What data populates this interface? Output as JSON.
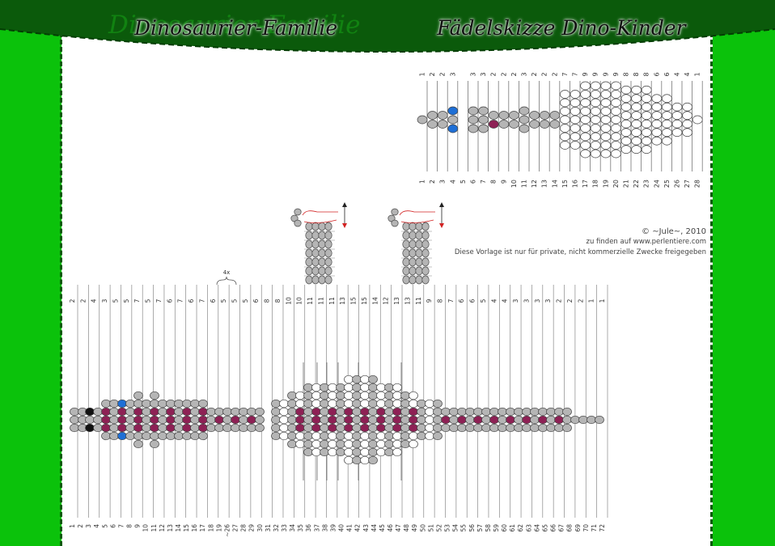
{
  "header": {
    "title_left": "Dinosaurier-Familie",
    "title_right": "Fädelskizze Dino-Kinder"
  },
  "credits": {
    "copyright": "© ~Jule~, 2010",
    "site": "zu finden auf www.perlentiere.com",
    "notice": "Diese Vorlage ist nur für private, nicht kommerzielle Zwecke freigegeben"
  },
  "small_pattern": {
    "top_counts": [
      "1",
      "2",
      "2",
      "3",
      "",
      "3",
      "3",
      "2",
      "2",
      "2",
      "3",
      "2",
      "2",
      "2",
      "7",
      "7",
      "9",
      "9",
      "9",
      "9",
      "8",
      "8",
      "8",
      "6",
      "6",
      "4",
      "4",
      "1"
    ],
    "row_numbers": [
      "1",
      "2",
      "3",
      "4",
      "5",
      "6",
      "7",
      "8",
      "9",
      "10",
      "11",
      "12",
      "13",
      "14",
      "15",
      "16",
      "17",
      "18",
      "19",
      "20",
      "21",
      "22",
      "23",
      "24",
      "25",
      "26",
      "27",
      "28"
    ]
  },
  "large_pattern": {
    "top_counts": [
      "2",
      "2",
      "4",
      "3",
      "5",
      "5",
      "7",
      "5",
      "7",
      "6",
      "7",
      "6",
      "7",
      "6",
      "5",
      "5",
      "5",
      "6",
      "8",
      "8",
      "10",
      "10",
      "11",
      "11",
      "11",
      "13",
      "15",
      "15",
      "14",
      "12",
      "13",
      "13",
      "11",
      "9",
      "8",
      "7",
      "6",
      "6",
      "5",
      "4",
      "4",
      "3",
      "3",
      "3",
      "3",
      "2",
      "2",
      "2",
      "1",
      "1"
    ],
    "bracket_label": "4x",
    "row_numbers": [
      "1",
      "2",
      "3",
      "4",
      "5",
      "6",
      "7",
      "8",
      "9",
      "10",
      "11",
      "12",
      "13",
      "14",
      "15",
      "16",
      "17",
      "18",
      "19",
      "~26",
      "27",
      "28",
      "29",
      "30",
      "31",
      "32",
      "33",
      "34",
      "35",
      "36",
      "37",
      "38",
      "39",
      "40",
      "41",
      "42",
      "43",
      "44",
      "45",
      "46",
      "47",
      "48",
      "49",
      "50",
      "51",
      "52",
      "53",
      "54",
      "55",
      "56",
      "57",
      "58",
      "59",
      "60",
      "61",
      "62",
      "63",
      "64",
      "65",
      "66",
      "67",
      "68",
      "69",
      "70",
      "71",
      "72"
    ]
  },
  "colors": {
    "background_green": "#0bc20b",
    "banner_dark_green": "#0b5a0b",
    "bead_gray": "#b5b5b5",
    "bead_white": "#ffffff",
    "bead_purple": "#8e2155",
    "bead_blue": "#1e6fd6",
    "bead_black": "#111111",
    "arrow_red": "#d22222"
  }
}
